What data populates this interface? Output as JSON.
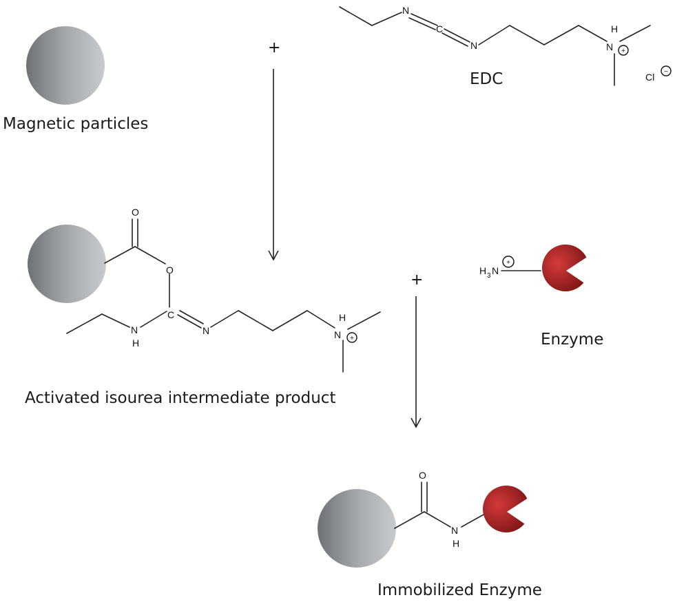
{
  "labels": {
    "magnetic_particles": "Magnetic particles",
    "edc": "EDC",
    "activated_intermediate": "Activated isourea intermediate product",
    "enzyme": "Enzyme",
    "immobilized_enzyme": "Immobilized Enzyme"
  },
  "operators": {
    "plus": "+"
  },
  "atoms": {
    "N": "N",
    "C": "C",
    "O": "O",
    "H": "H",
    "Cl": "Cl",
    "three": "3"
  },
  "charges": {
    "plus": "+",
    "minus": "−"
  },
  "colors": {
    "particle_dark": "#6f7275",
    "particle_light": "#c7cbce",
    "enzyme_dark": "#7a1414",
    "enzyme_light": "#d43a3a"
  }
}
